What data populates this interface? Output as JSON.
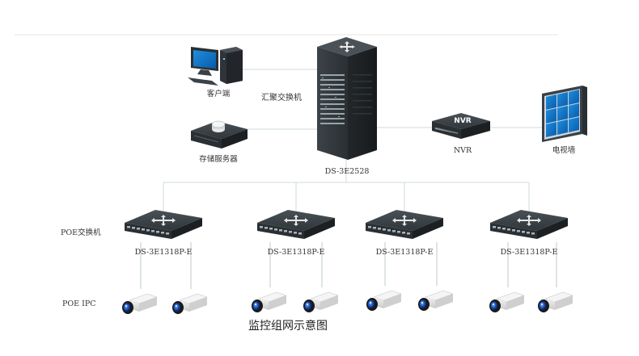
{
  "labels": {
    "client": "客户端",
    "core_switch": "汇聚交换机",
    "storage_server": "存储服务器",
    "core_model": "DS-3E2528",
    "nvr_badge": "NVR",
    "nvr": "NVR",
    "tv_wall": "电视墙",
    "poe_switch_row": "POE交换机",
    "poe_ipc_row": "POE IPC",
    "caption": "监控组网示意图"
  },
  "poe_switches": [
    {
      "model": "DS-3E1318P-E"
    },
    {
      "model": "DS-3E1318P-E"
    },
    {
      "model": "DS-3E1318P-E"
    },
    {
      "model": "DS-3E1318P-E"
    }
  ]
}
